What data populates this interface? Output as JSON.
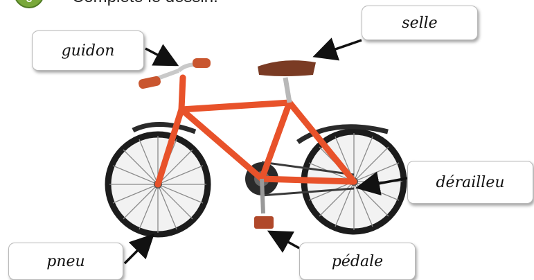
{
  "instruction": {
    "badge_symbol": "c",
    "text": "Complète le dessin."
  },
  "labels": {
    "guidon": "guidon",
    "selle": "selle",
    "derailleur": "dérailleu",
    "pneu": "pneu",
    "pedale": "pédale"
  },
  "colors": {
    "frame": "#e8522a",
    "saddle": "#7a3b24",
    "tire": "#1c1c1c",
    "badge": "#79a83a"
  }
}
